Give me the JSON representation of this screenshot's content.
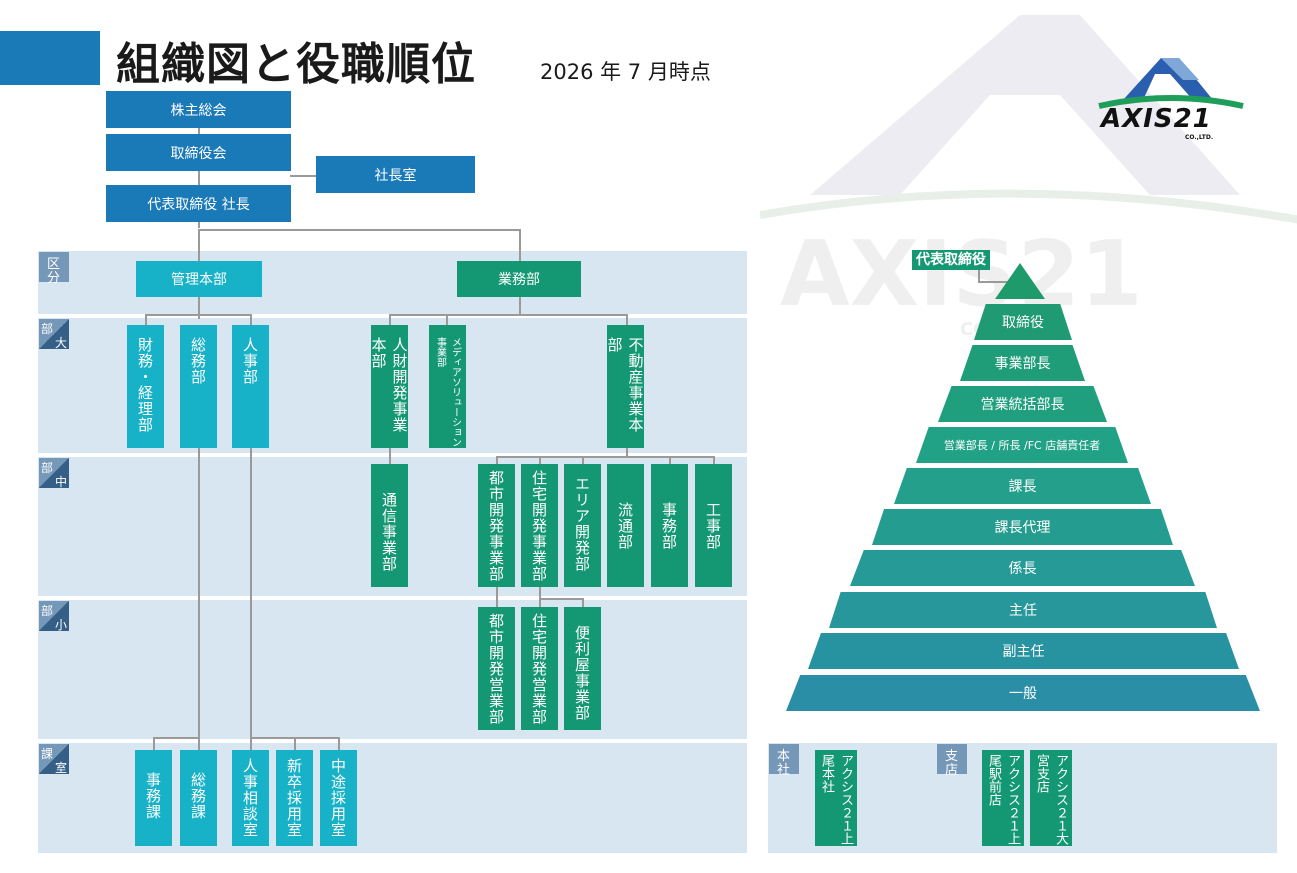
{
  "header": {
    "title": "組織図と役職順位",
    "subtitle": "2026 年 7 月時点"
  },
  "logo": {
    "text": "AXIS21",
    "sub": "CO.,LTD.",
    "colors": {
      "blue": "#2a5fb0",
      "green": "#1f9d5a"
    }
  },
  "top": {
    "shareholders": "株主総会",
    "board": "取締役会",
    "president_office": "社長室",
    "ceo": "代表取締役 社長"
  },
  "tags": {
    "division": [
      "区",
      "分"
    ],
    "large": [
      "部",
      "大"
    ],
    "middle": [
      "部",
      "中"
    ],
    "small": [
      "部",
      "小"
    ],
    "section": [
      "課",
      "室"
    ],
    "honsha": [
      "本",
      "社"
    ],
    "shiten": [
      "支",
      "店"
    ]
  },
  "divisions": {
    "admin": "管理本部",
    "business": "業務部"
  },
  "large": {
    "finance": "財務・経理部",
    "general": "総務部",
    "hr": "人事部",
    "hr_dev": "人財開発事業本部",
    "media": "メディアソリューション事業部",
    "realestate": "不動産事業本部"
  },
  "middle": {
    "telecom": "通信事業部",
    "urban_dev": "都市開発事業部",
    "housing_dev": "住宅開発事業部",
    "area_dev": "エリア開発部",
    "logistics": "流通部",
    "office": "事務部",
    "construction": "工事部"
  },
  "small": {
    "urban_sales": "都市開発営業部",
    "housing_sales": "住宅開発営業部",
    "handyman": "便利屋事業部"
  },
  "sections": {
    "office_sec": "事務課",
    "general_sec": "総務課",
    "hr_consult": "人事相談室",
    "grad_recruit": "新卒採用室",
    "mid_recruit": "中途採用室"
  },
  "pyramid": {
    "top_label": "代表取締役",
    "levels": [
      "取締役",
      "事業部長",
      "営業統括部長",
      "営業部長 / 所長 /FC 店舗責任者",
      "課長",
      "課長代理",
      "係長",
      "主任",
      "副主任",
      "一般"
    ]
  },
  "offices": {
    "honsha": [
      "アクシス２１上尾本社"
    ],
    "shiten": [
      "アクシス２１上尾駅前店",
      "アクシス２１大宮支店"
    ]
  },
  "colors": {
    "blue": "#1a7ab8",
    "cyan": "#18b2c8",
    "green": "#149874",
    "band": "#d8e6f1",
    "tag": "#7597b8"
  }
}
